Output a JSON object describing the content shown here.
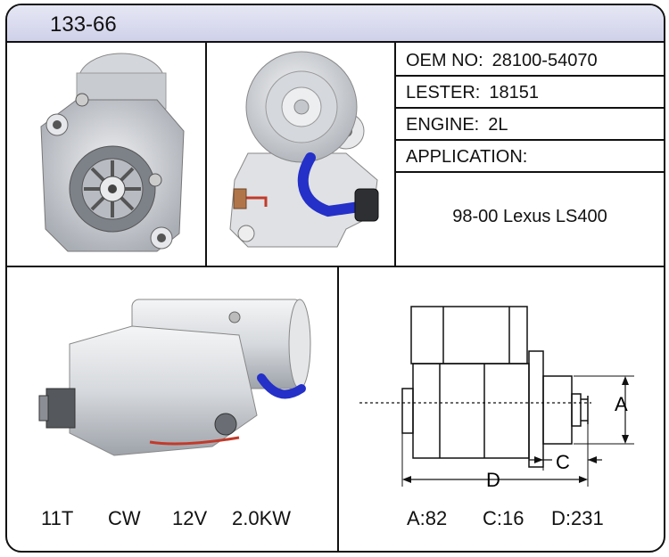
{
  "model_number": "133-66",
  "specs": {
    "oem_label": "OEM NO:",
    "oem_value": "28100-54070",
    "lester_label": "LESTER:",
    "lester_value": "18151",
    "engine_label": "ENGINE:",
    "engine_value": "2L",
    "application_label": "APPLICATION:",
    "application_value": "98-00 Lexus LS400"
  },
  "electrical": {
    "teeth": "11T",
    "rotation": "CW",
    "voltage": "12V",
    "power": "2.0KW"
  },
  "dimensions": {
    "label_a": "A",
    "label_c": "C",
    "label_d": "D",
    "a_text": "A:82",
    "c_text": "C:16",
    "d_text": "D:231"
  },
  "colors": {
    "header_bg": "#cfd1ea",
    "border": "#111111",
    "metal": "#c9ccd1",
    "cable_blue": "#2430c8"
  }
}
